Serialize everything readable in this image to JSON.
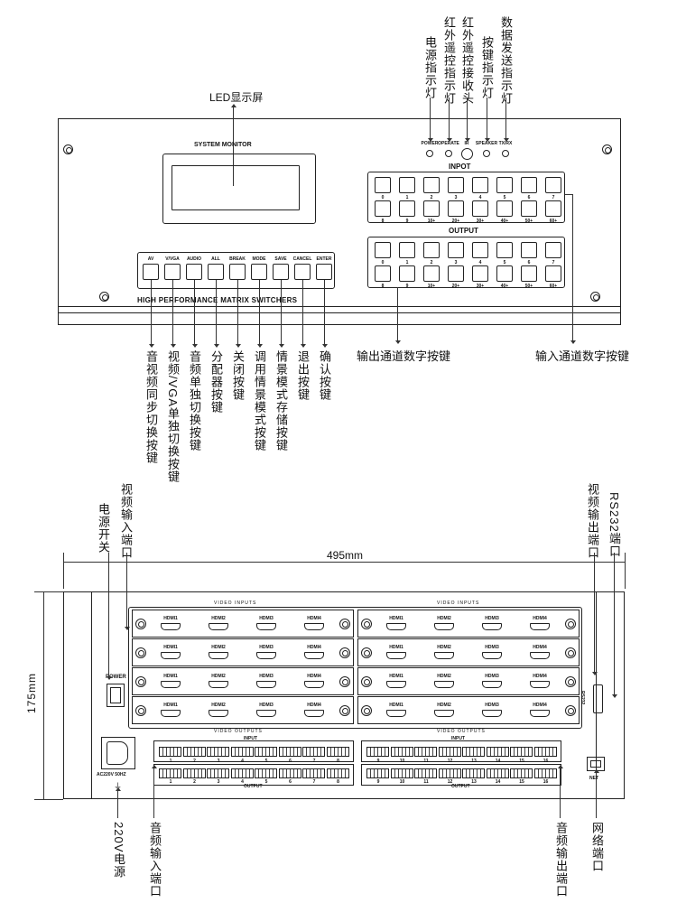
{
  "front": {
    "led_screen_label": "LED显示屏",
    "system_monitor": "SYSTEM MONITOR",
    "model_title": "HIGH PERFORMANCE MATRIX SWITCHERS",
    "indicators": [
      "POWER",
      "OPERATE",
      "IR",
      "SPEAKER",
      "TX/RX"
    ],
    "indicator_callouts": [
      "电源指示灯",
      "红外遥控指示灯",
      "红外遥控接收头",
      "按键指示灯",
      "数据发送指示灯"
    ],
    "input_title": "INPOT",
    "output_title": "OUTPUT",
    "number_keys": [
      "0",
      "1",
      "2",
      "3",
      "4",
      "5",
      "6",
      "7",
      "8",
      "9",
      "10+",
      "20+",
      "30+",
      "40+",
      "50+",
      "60+"
    ],
    "function_keys": [
      "AV",
      "V/VGA",
      "AUDIO",
      "ALL",
      "BREAK",
      "MODE",
      "SAVE",
      "CANCEL",
      "ENTER"
    ],
    "function_callouts": [
      "音视频同步切换按键",
      "视频/VGA单独切换按键",
      "音频单独切换按键",
      "分配器按键",
      "关闭按键",
      "调用情景模式按键",
      "情景模式存储按键",
      "退出按键",
      "确认按键"
    ],
    "output_keys_callout": "输出通道数字按键",
    "input_keys_callout": "输入通道数字按键"
  },
  "rear": {
    "width_dim": "495mm",
    "height_dim": "175mm",
    "video_inputs": "VIDEO INPUTS",
    "video_outputs": "VIDEO OUTPUTS",
    "hdmi_ports": [
      "HDMI1",
      "HDMI2",
      "HDMI3",
      "HDMI4"
    ],
    "power_label": "POWER",
    "ac_label": "AC220V 50HZ",
    "audio_input": "INPUT",
    "audio_output": "OUTPUT",
    "audio_channels_left": [
      "1",
      "2",
      "3",
      "4",
      "5",
      "6",
      "7",
      "8"
    ],
    "audio_channels_right": [
      "9",
      "10",
      "11",
      "12",
      "13",
      "14",
      "15",
      "16"
    ],
    "rs232_label": "RS232",
    "net_label": "NET",
    "callouts_top": [
      "电源开关",
      "视频输入端口",
      "视频输出端口",
      "RS232端口"
    ],
    "callouts_bottom": [
      "220V电源",
      "音频输入端口",
      "音频输出端口",
      "网络端口"
    ]
  }
}
